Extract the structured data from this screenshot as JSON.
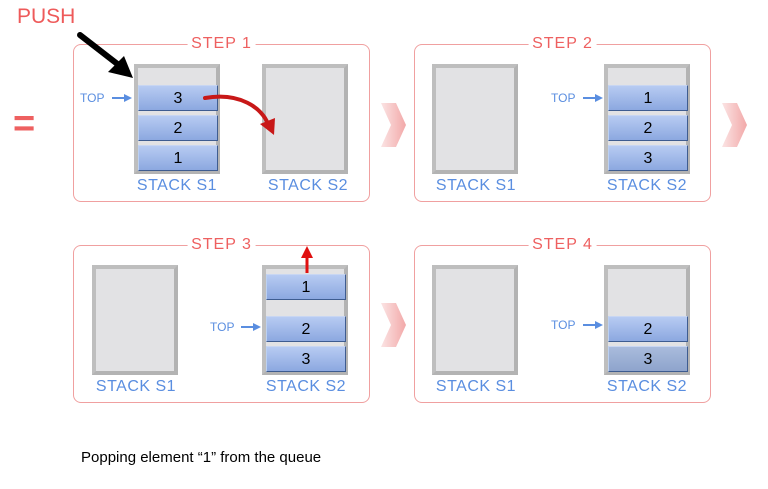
{
  "push_label": "PUSH",
  "equals": "=",
  "top_label": "TOP",
  "caption": "Popping element “1” from the queue",
  "steps": [
    {
      "title": "STEP 1",
      "s1_label": "STACK S1",
      "s2_label": "STACK S2",
      "s1_cells": [
        "3",
        "2",
        "1"
      ],
      "s2_cells": []
    },
    {
      "title": "STEP 2",
      "s1_label": "STACK S1",
      "s2_label": "STACK S2",
      "s1_cells": [],
      "s2_cells": [
        "1",
        "2",
        "3"
      ]
    },
    {
      "title": "STEP 3",
      "s1_label": "STACK S1",
      "s2_label": "STACK S2",
      "s1_cells": [],
      "s2_cells": [
        "1",
        "2",
        "3"
      ]
    },
    {
      "title": "STEP 4",
      "s1_label": "STACK S1",
      "s2_label": "STACK S2",
      "s1_cells": [],
      "s2_cells": [
        "2",
        "3"
      ]
    }
  ],
  "colors": {
    "accent_red": "#ee6060",
    "label_blue": "#5a8ee0",
    "cell_blue": "#9fb8ea",
    "flow_arrow": "#f4b8b8"
  }
}
